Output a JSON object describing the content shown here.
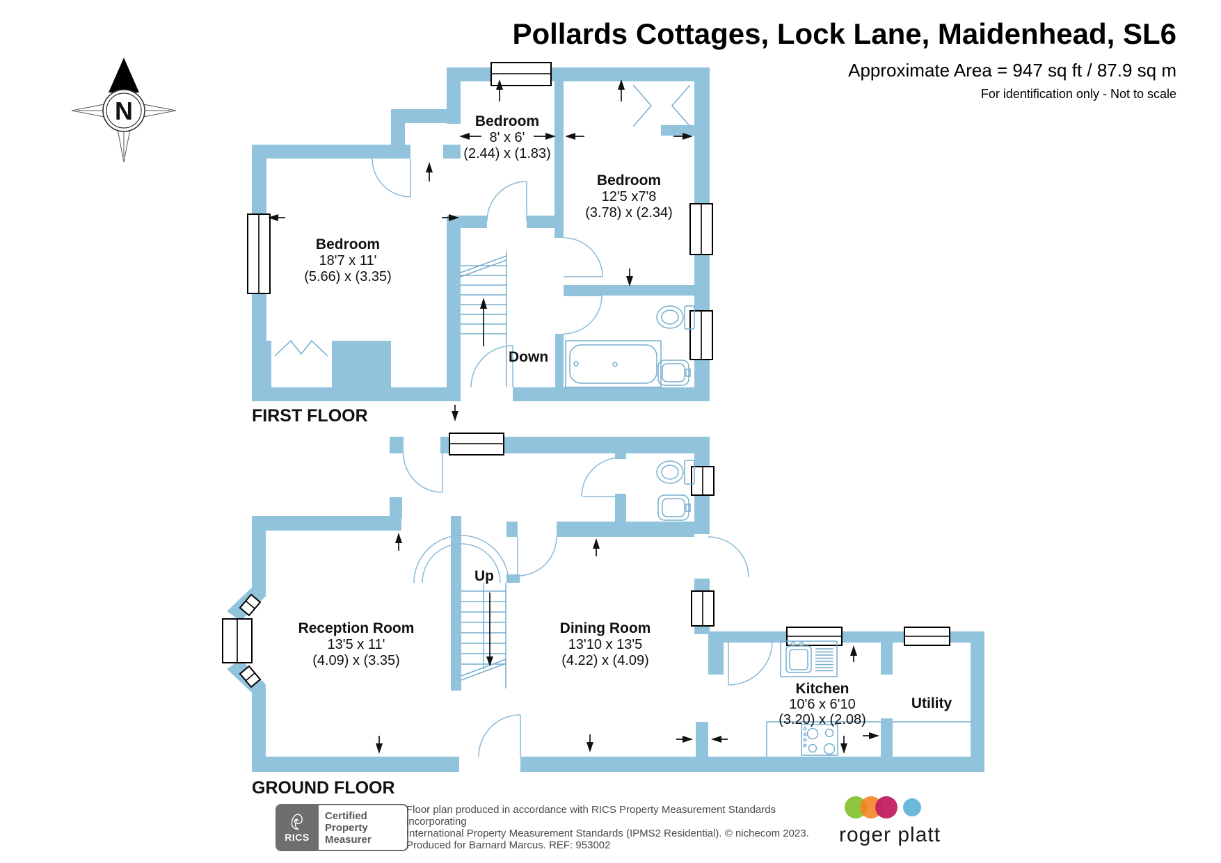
{
  "title": {
    "address": "Pollards Cottages, Lock Lane, Maidenhead, SL6",
    "area": "Approximate Area = 947 sq ft / 87.9 sq m",
    "note": "For identification only - Not to scale"
  },
  "compass": {
    "north_label": "N"
  },
  "floors": {
    "first": {
      "label": "FIRST FLOOR",
      "stairs_label": "Down",
      "rooms": {
        "bedroom1": {
          "name": "Bedroom",
          "imperial": "18'7 x 11'",
          "metric": "(5.66) x (3.35)"
        },
        "bedroom2": {
          "name": "Bedroom",
          "imperial": "8' x 6'",
          "metric": "(2.44) x (1.83)"
        },
        "bedroom3": {
          "name": "Bedroom",
          "imperial": "12'5 x7'8",
          "metric": "(3.78) x (2.34)"
        }
      }
    },
    "ground": {
      "label": "GROUND FLOOR",
      "stairs_label": "Up",
      "rooms": {
        "reception": {
          "name": "Reception Room",
          "imperial": "13'5 x 11'",
          "metric": "(4.09) x (3.35)"
        },
        "dining": {
          "name": "Dining Room",
          "imperial": "13'10 x 13'5",
          "metric": "(4.22) x (4.09)"
        },
        "kitchen": {
          "name": "Kitchen",
          "imperial": "10'6 x 6'10",
          "metric": "(3.20) x (2.08)"
        },
        "utility": {
          "name": "Utility"
        }
      }
    }
  },
  "footer": {
    "rics": {
      "org": "RICS",
      "cert_line1": "Certified",
      "cert_line2": "Property",
      "cert_line3": "Measurer"
    },
    "disclaimer_line1": "Floor plan produced in accordance with RICS Property Measurement Standards incorporating",
    "disclaimer_line2": "International Property Measurement Standards (IPMS2 Residential).   © nichecom 2023.",
    "disclaimer_line3": "Produced for Barnard Marcus.   REF:  953002",
    "agent": {
      "name": "roger platt"
    }
  },
  "colors": {
    "wall_blue": "#92c3dd",
    "fixture_line_blue": "#74aecd",
    "logo_green": "#8dc63f",
    "logo_orange": "#f58220",
    "logo_crimson": "#c01e5f",
    "logo_blue": "#6bb8d9",
    "rics_gray": "#6d6e70"
  }
}
